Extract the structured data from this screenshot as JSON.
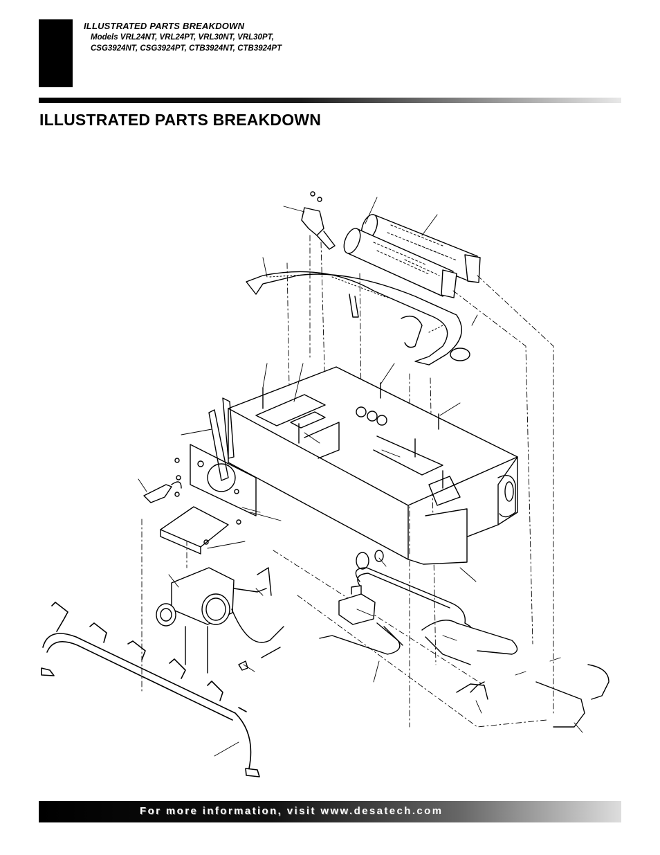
{
  "header": {
    "section_title": "ILLUSTRATED PARTS BREAKDOWN",
    "models_line1": "Models VRL24NT, VRL24PT, VRL30NT, VRL30PT,",
    "models_line2": "CSG3924NT, CSG3924PT, CTB3924NT, CTB3924PT"
  },
  "page_title": "ILLUSTRATED PARTS BREAKDOWN",
  "footer": {
    "text": "For more information, visit www.desatech.com"
  }
}
